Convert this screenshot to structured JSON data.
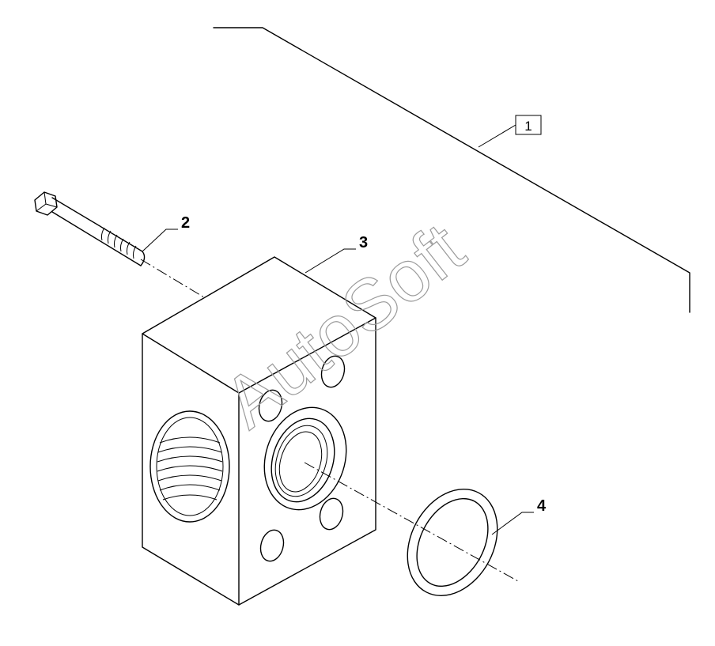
{
  "watermark": "AutoSoft",
  "callouts": {
    "assembly_ref": "1",
    "bolt": "2",
    "block": "3",
    "seal_ring": "4"
  },
  "colors": {
    "line": "#000000",
    "watermark": "#9a9a9a",
    "background": "#ffffff"
  }
}
